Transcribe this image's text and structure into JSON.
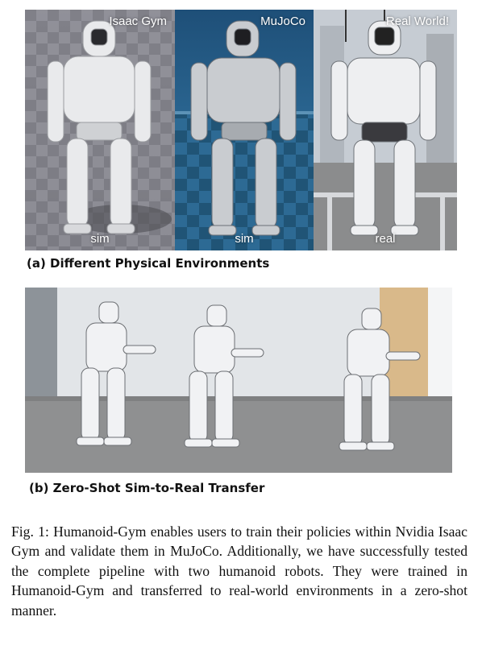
{
  "panel_a": {
    "tiles": [
      {
        "env_label": "Isaac Gym",
        "bottom_label": "sim"
      },
      {
        "env_label": "MuJoCo",
        "bottom_label": "sim"
      },
      {
        "env_label": "Real World!",
        "bottom_label": "real"
      }
    ],
    "caption": "(a) Different Physical Environments"
  },
  "panel_b": {
    "caption": "(b) Zero-Shot Sim-to-Real Transfer"
  },
  "figure_caption": "Fig. 1: Humanoid-Gym enables users to train their policies within Nvidia Isaac Gym and validate them in MuJoCo. Additionally, we have successfully tested the complete pipeline with two humanoid robots. They were trained in Humanoid-Gym and transferred to real-world environments in a zero-shot manner."
}
